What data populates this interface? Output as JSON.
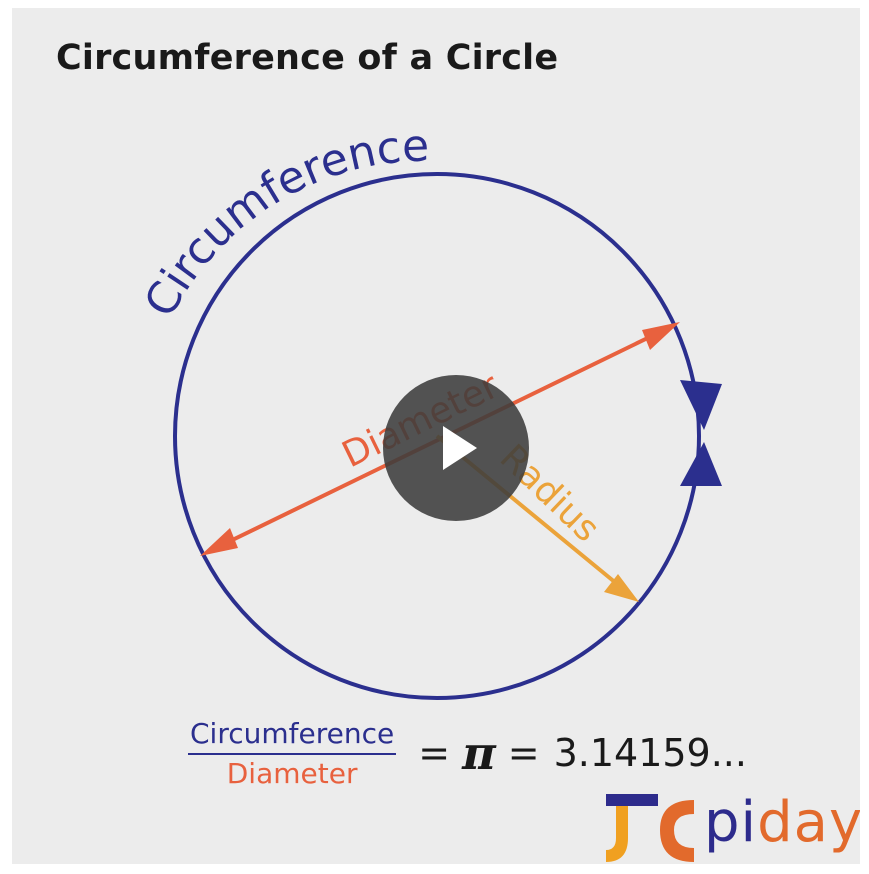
{
  "title": "Circumference of a Circle",
  "labels": {
    "circumference": "Circumference",
    "diameter": "Diameter",
    "radius": "Radius"
  },
  "formula": {
    "numerator": "Circumference",
    "denominator": "Diameter",
    "equals": "=",
    "pi_symbol": "π",
    "value": "3.14159..."
  },
  "logo": {
    "text_pi": "pi",
    "text_day": "day"
  },
  "video": {
    "play_button": "play-icon"
  },
  "colors": {
    "circle": "#2b2f8e",
    "diameter": "#e8613e",
    "radius": "#eba33a",
    "background": "#ececec",
    "play_overlay": "#3c3c3c"
  }
}
